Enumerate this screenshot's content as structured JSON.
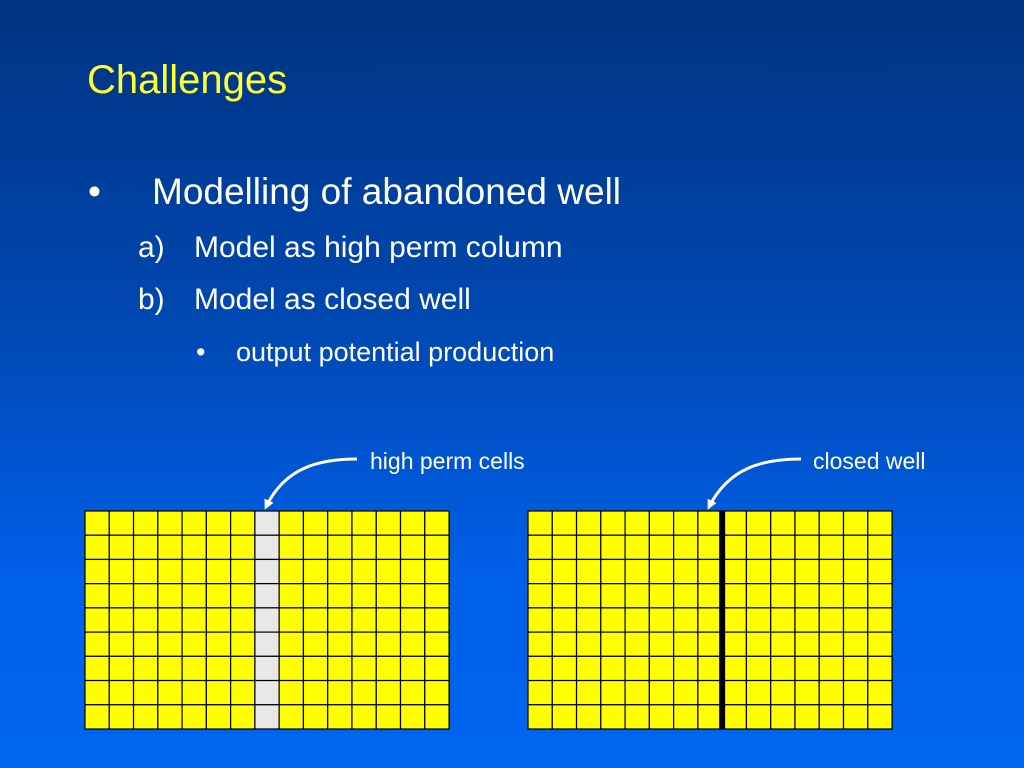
{
  "slide": {
    "title": "Challenges",
    "bullet": {
      "marker": "•",
      "text": "Modelling of abandoned well"
    },
    "sub_items": [
      {
        "marker": "a)",
        "text": "Model as high perm column"
      },
      {
        "marker": "b)",
        "text": "Model as closed well"
      }
    ],
    "sub_sub_item": {
      "marker": "•",
      "text": "output potential production"
    }
  },
  "diagram": {
    "grid": {
      "columns": 15,
      "rows": 9,
      "cell_color": "#ffff00",
      "line_color": "#000000"
    },
    "left_grid": {
      "label": "high perm cells",
      "highlight_column": 8,
      "highlight_color": "#e8e8e8"
    },
    "right_grid": {
      "label": "closed well",
      "well_column_boundary": 8,
      "well_color": "#000000"
    },
    "arrow_color": "#ffffff"
  },
  "colors": {
    "background_top": "#003380",
    "background_bottom": "#0066f0",
    "title": "#ffff33",
    "text": "#ffffff"
  }
}
